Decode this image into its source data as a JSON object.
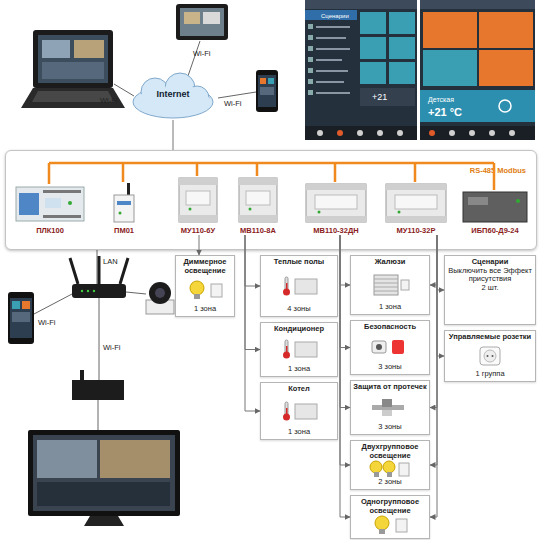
{
  "diagram": {
    "nodes": [
      {
        "text": [
          "Internet"
        ]
      },
      {
        "text": [
          "RS-485 Modbus"
        ]
      },
      {
        "text": [
          "ПЛК100"
        ],
        "in": 1
      },
      {
        "text": [
          "ПМ01"
        ],
        "in": 1
      },
      {
        "text": [
          "МУ110-6У"
        ],
        "in": 1
      },
      {
        "text": [
          "МВ110-8А"
        ],
        "in": 1
      },
      {
        "text": [
          "МВ110-32ДН"
        ],
        "in": 1
      },
      {
        "text": [
          "МУ110-32Р"
        ],
        "in": 1
      },
      {
        "text": [
          "ИБП60-Д9-24"
        ],
        "in": 1
      },
      {
        "text": [
          "Диммерное освещение",
          "1 зона"
        ]
      },
      {
        "text": [
          "Теплые полы",
          "4 зоны"
        ]
      },
      {
        "text": [
          "Кондиционер",
          "1 зона"
        ]
      },
      {
        "text": [
          "Котел",
          "1 зона"
        ]
      },
      {
        "text": [
          "Жалюзи",
          "1 зона"
        ]
      },
      {
        "text": [
          "Безопасность",
          "3 зоны"
        ]
      },
      {
        "text": [
          "Защита от протечек",
          "3 зоны"
        ]
      },
      {
        "text": [
          "Двухгрупповое освещение",
          "2 зоны"
        ]
      },
      {
        "text": [
          "Одногрупповое освещение"
        ]
      },
      {
        "text": [
          "Сценарии",
          "Выключить все Эффект присутствия",
          "2 шт."
        ]
      },
      {
        "text": [
          "Управляемые розетки",
          "1 группа"
        ]
      }
    ],
    "edges": [
      {
        "from": 0,
        "to": 1,
        "arrow": "none"
      },
      {
        "from": 4,
        "to": 9,
        "arrow": "to"
      },
      {
        "from": 5,
        "to": 10,
        "arrow": "to"
      },
      {
        "from": 5,
        "to": 11,
        "arrow": "to"
      },
      {
        "from": 5,
        "to": 12,
        "arrow": "to"
      },
      {
        "from": 6,
        "to": 13,
        "arrow": "to"
      },
      {
        "from": 6,
        "to": 14,
        "arrow": "to"
      },
      {
        "from": 6,
        "to": 15,
        "arrow": "to"
      },
      {
        "from": 6,
        "to": 16,
        "arrow": "to"
      },
      {
        "from": 6,
        "to": 17,
        "arrow": "to"
      },
      {
        "from": 7,
        "to": 13,
        "arrow": "to"
      },
      {
        "from": 7,
        "to": 15,
        "arrow": "to"
      },
      {
        "from": 7,
        "to": 16,
        "arrow": "to"
      },
      {
        "from": 7,
        "to": 17,
        "arrow": "to"
      },
      {
        "from": 7,
        "to": 18,
        "arrow": "to"
      },
      {
        "from": 7,
        "to": 19,
        "arrow": "to"
      }
    ],
    "labels": [
      "Wi-Fi",
      "Wi-Fi",
      "Wi-Fi",
      "Сценарии",
      "+21",
      "Детская",
      "+21 °C",
      "LAN",
      "Wi-Fi",
      "Wi-Fi"
    ]
  }
}
